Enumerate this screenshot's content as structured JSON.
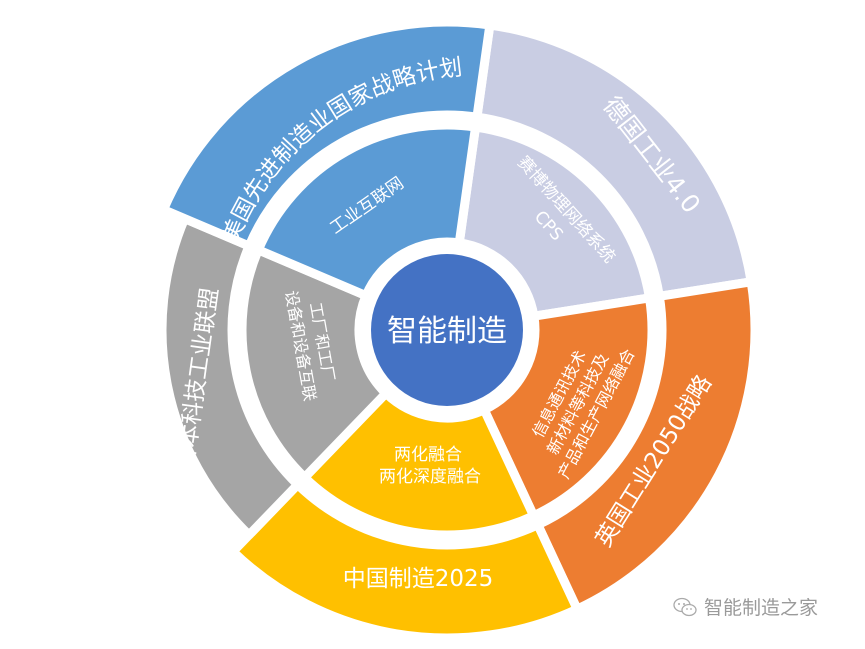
{
  "center": {
    "label": "智能制造",
    "color": "#4472c4"
  },
  "segments": [
    {
      "id": "usa",
      "color": "#c9cde3",
      "outer": "美国先进制造业国家战略计划",
      "inner": [
        "工业互联网"
      ]
    },
    {
      "id": "germany",
      "color": "#ed7d31",
      "outer": "德国工业4.0",
      "inner": [
        "赛博物理网络系统",
        "CPS"
      ]
    },
    {
      "id": "uk",
      "color": "#ffc000",
      "outer": "英国工业2050战略",
      "inner": [
        "信息通讯技术",
        "新材料等科技及",
        "产品和生产网络融合"
      ]
    },
    {
      "id": "china",
      "color": "#a5a5a5",
      "outer": "中国制造2025",
      "inner": [
        "两化融合",
        "两化深度融合"
      ]
    },
    {
      "id": "japan",
      "color": "#5b9bd5",
      "outer": "日本科技工业联盟",
      "inner": [
        "工厂和工厂",
        "设备和设备互联"
      ]
    }
  ],
  "watermark": {
    "text": "智能制造之家"
  }
}
